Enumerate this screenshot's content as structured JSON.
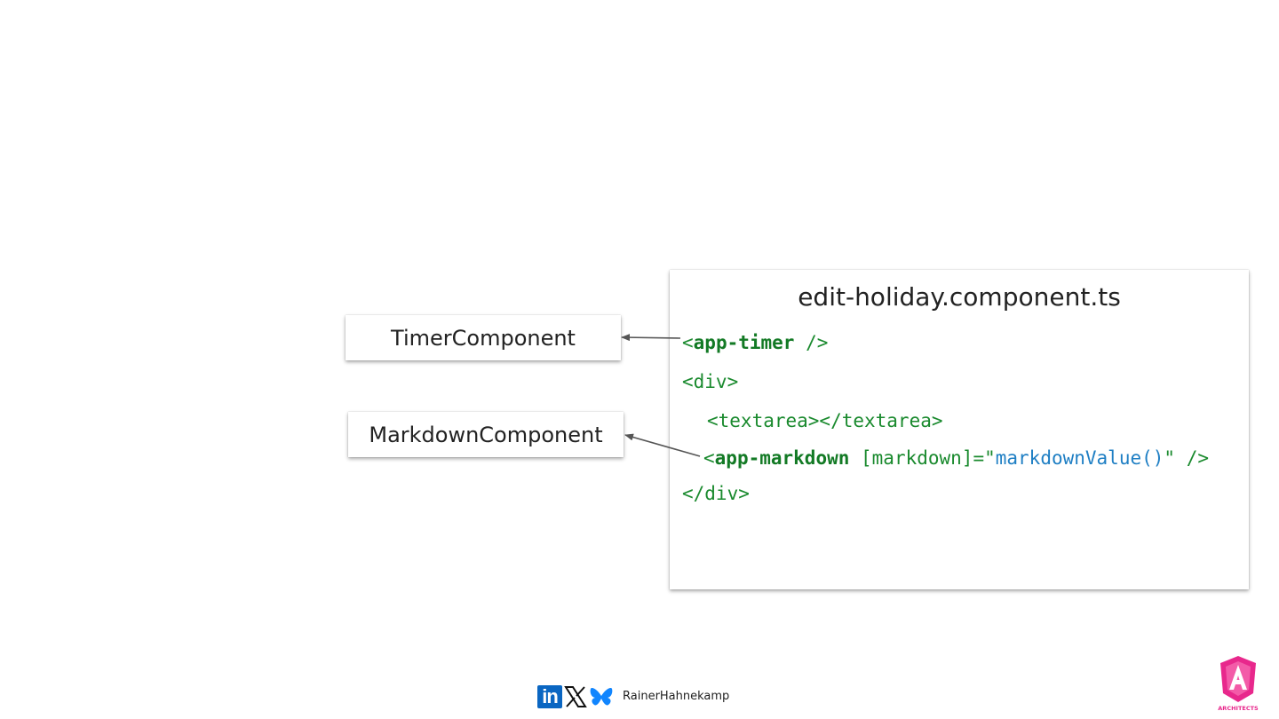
{
  "components": {
    "timer": "TimerComponent",
    "markdown": "MarkdownComponent"
  },
  "editor": {
    "title": "edit-holiday.component.ts",
    "line1": {
      "open": "<",
      "name": "app-timer",
      "close": " />"
    },
    "line2": "<div>",
    "line3": "<textarea></textarea>",
    "line4": {
      "open": "<",
      "name": "app-markdown",
      "attr": " [markdown]=\"",
      "value": "markdownValue()",
      "close": "\" />"
    },
    "line5": "</div>"
  },
  "footer": {
    "linkedin_label": "in",
    "author": "RainerHahnekamp",
    "icons": [
      "linkedin-icon",
      "x-icon",
      "bluesky-icon"
    ]
  },
  "logo": {
    "icon": "angular-architects-logo",
    "text": "ARCHITECTS"
  },
  "colors": {
    "code_green": "#1a8a2e",
    "code_blue": "#1f7fc4",
    "linkedin_blue": "#0a66c2",
    "bluesky_blue": "#1185fe",
    "logo_pink": "#e8288c"
  }
}
